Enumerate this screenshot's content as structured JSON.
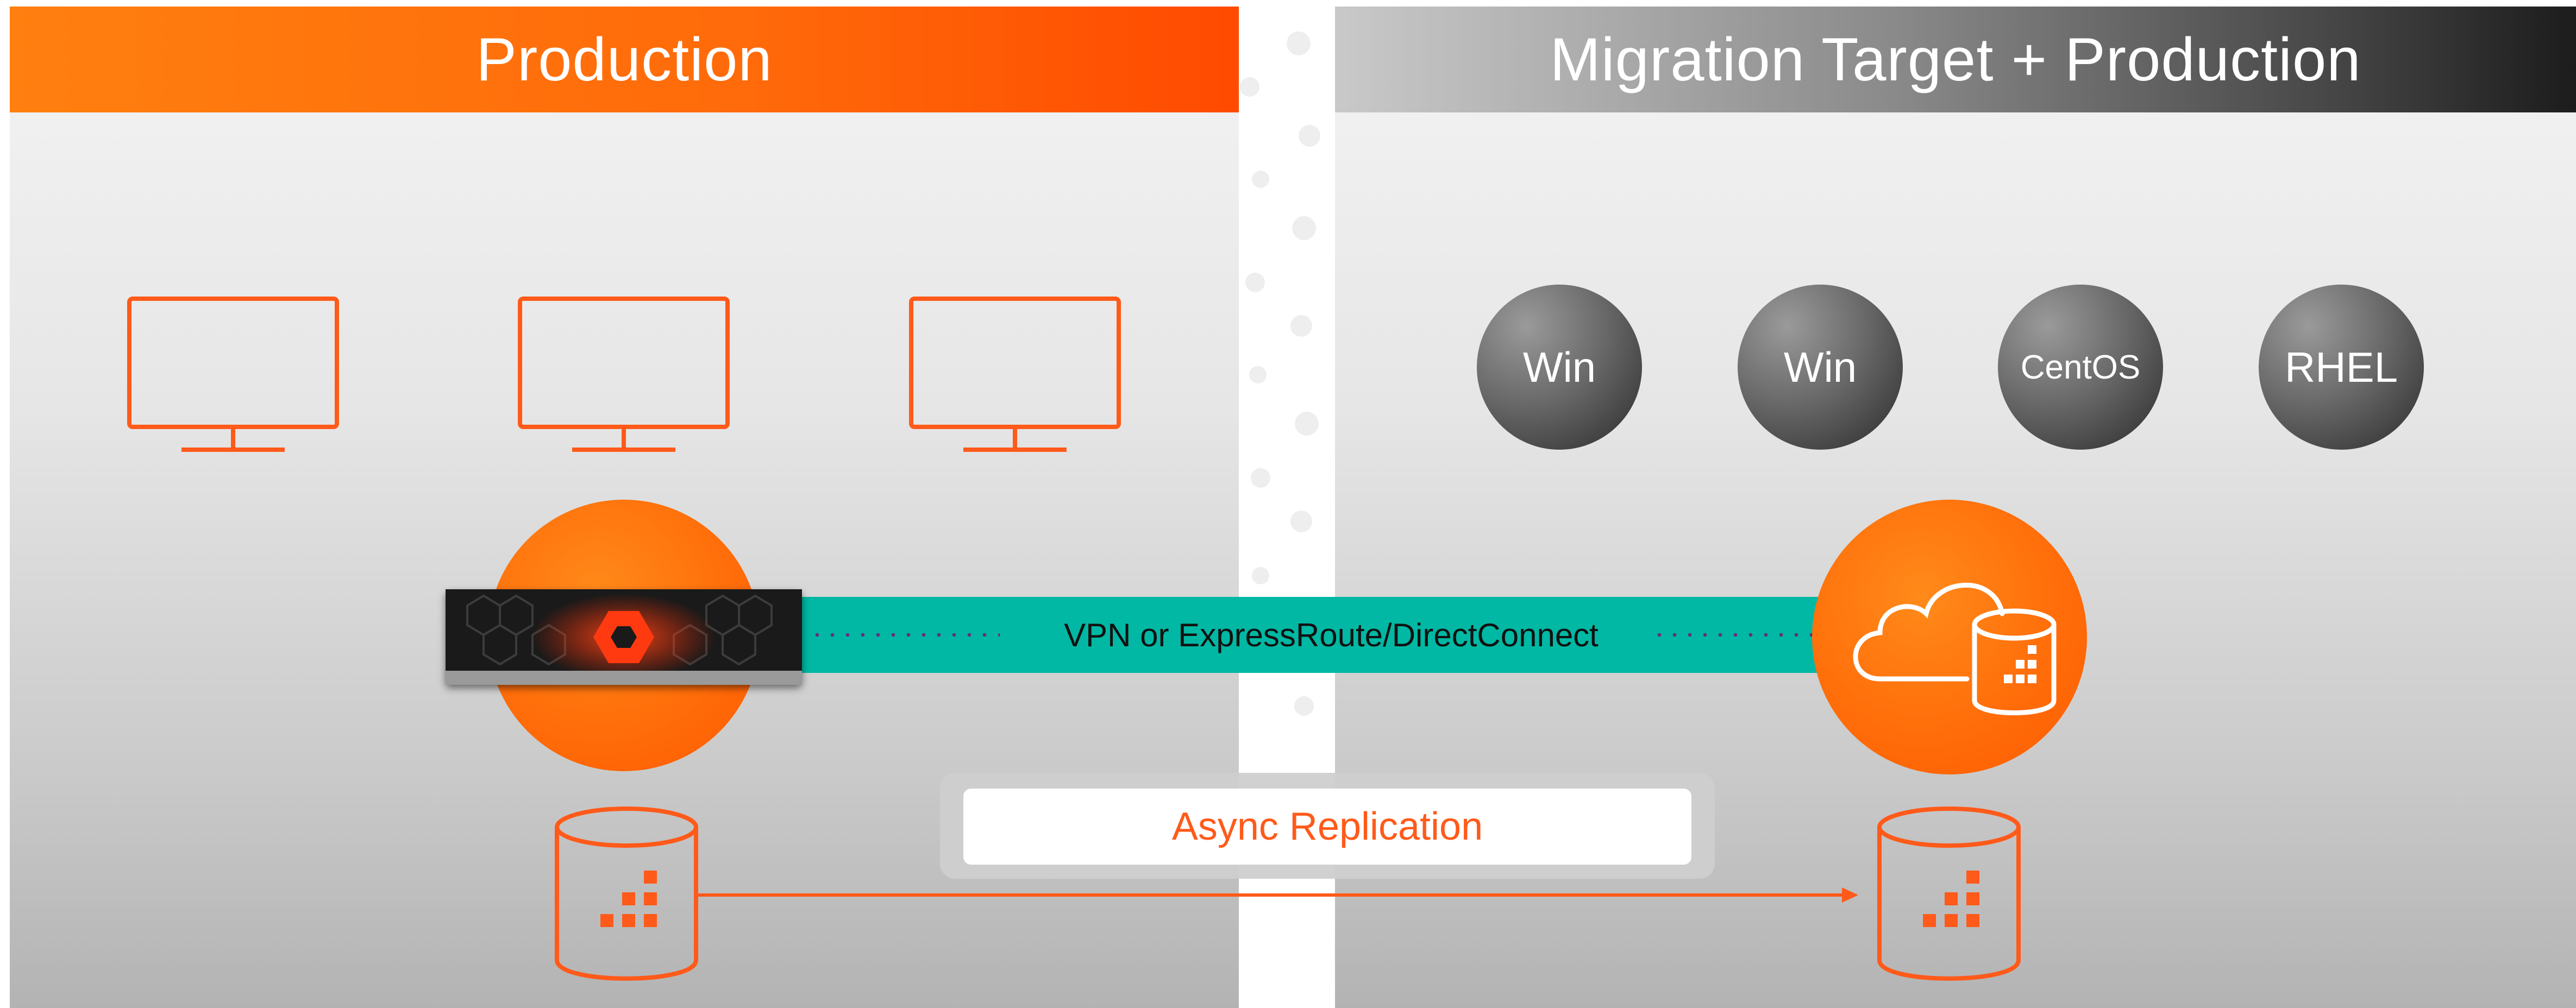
{
  "panels": {
    "left": {
      "title": "Production"
    },
    "right": {
      "title": "Migration Target + Production"
    }
  },
  "os_circles": [
    "Win",
    "Win",
    "CentOS",
    "RHEL"
  ],
  "connection": {
    "label": "VPN or ExpressRoute/DirectConnect"
  },
  "replication": {
    "label": "Async Replication"
  },
  "icons": {
    "monitors": [
      "monitor-icon",
      "monitor-icon",
      "monitor-icon"
    ],
    "storage_array": "flasharray-icon",
    "cloud_storage": "cloud-database-icon",
    "databases": [
      "database-icon",
      "database-icon"
    ]
  },
  "colors": {
    "orange": "#ff6a0a",
    "teal": "#00b8a3",
    "dark_gray": "#2a2a2a",
    "replication_text": "#ff5a1a"
  }
}
